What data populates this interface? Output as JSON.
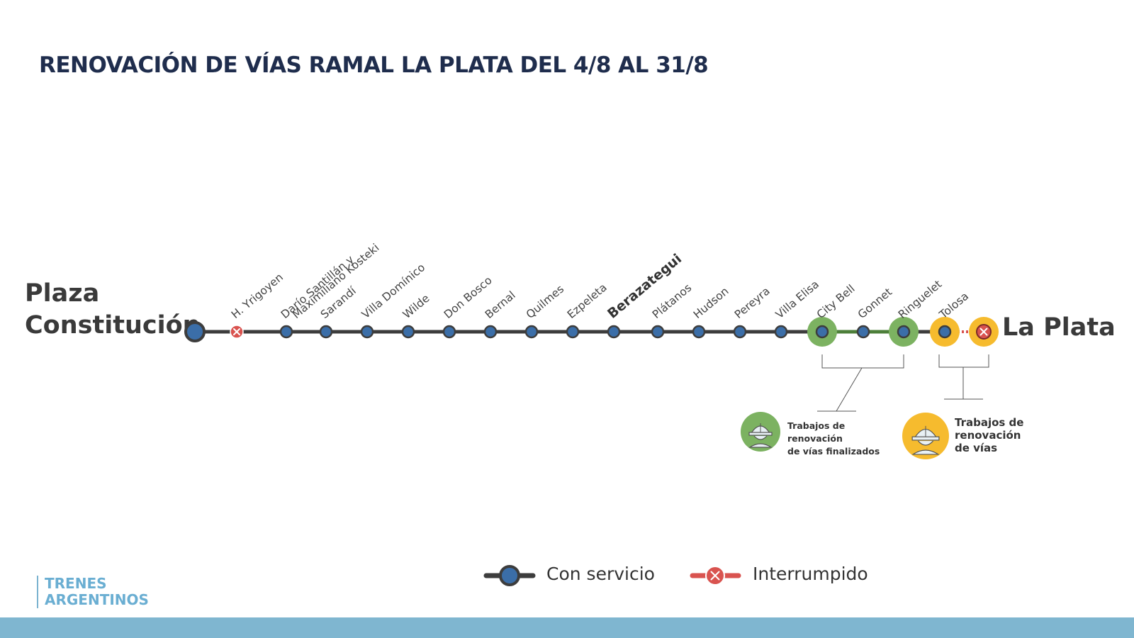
{
  "title": "RENOVACIÓN DE VÍAS RAMAL LA PLATA DEL 4/8 AL 31/8",
  "origin": {
    "line1": "Plaza",
    "line2": "Constitución"
  },
  "destination": "La Plata",
  "stations": [
    {
      "name": "H. Yrigoyen",
      "status": "interrupted"
    },
    {
      "name": "Darío Santillán y",
      "name2": "Maximiliano Kosteki",
      "status": "service"
    },
    {
      "name": "Sarandí",
      "status": "service"
    },
    {
      "name": "Villa Domínico",
      "status": "service"
    },
    {
      "name": "Wilde",
      "status": "service"
    },
    {
      "name": "Don Bosco",
      "status": "service"
    },
    {
      "name": "Bernal",
      "status": "service"
    },
    {
      "name": "Quilmes",
      "status": "service"
    },
    {
      "name": "Ezpeleta",
      "status": "service"
    },
    {
      "name": "Berazategui",
      "status": "service",
      "bold": true
    },
    {
      "name": "Plátanos",
      "status": "service"
    },
    {
      "name": "Hudson",
      "status": "service"
    },
    {
      "name": "Pereyra",
      "status": "service"
    },
    {
      "name": "Villa Elisa",
      "status": "service"
    },
    {
      "name": "City Bell",
      "status": "service",
      "work": "finished"
    },
    {
      "name": "Gonnet",
      "status": "service"
    },
    {
      "name": "Ringuelet",
      "status": "service",
      "work": "finished"
    },
    {
      "name": "Tolosa",
      "status": "service",
      "work": "ongoing"
    }
  ],
  "destination_status": "interrupted",
  "destination_work": "ongoing",
  "work_notes": {
    "finished": [
      "Trabajos de renovación",
      "de vías finalizados"
    ],
    "ongoing": [
      "Trabajos de",
      "renovación",
      "de vías"
    ]
  },
  "legend": {
    "service": "Con servicio",
    "interrupted": "Interrumpido"
  },
  "brand": {
    "line1": "TRENES",
    "line2": "ARGENTINOS"
  },
  "colors": {
    "title": "#1f2d4d",
    "track": "#3d3d3d",
    "station_fill": "#3b6ea8",
    "interrupted": "#d9534f",
    "finished_works": "#7cb261",
    "ongoing_works": "#f6bb2e",
    "brand": "#6aaed2"
  }
}
